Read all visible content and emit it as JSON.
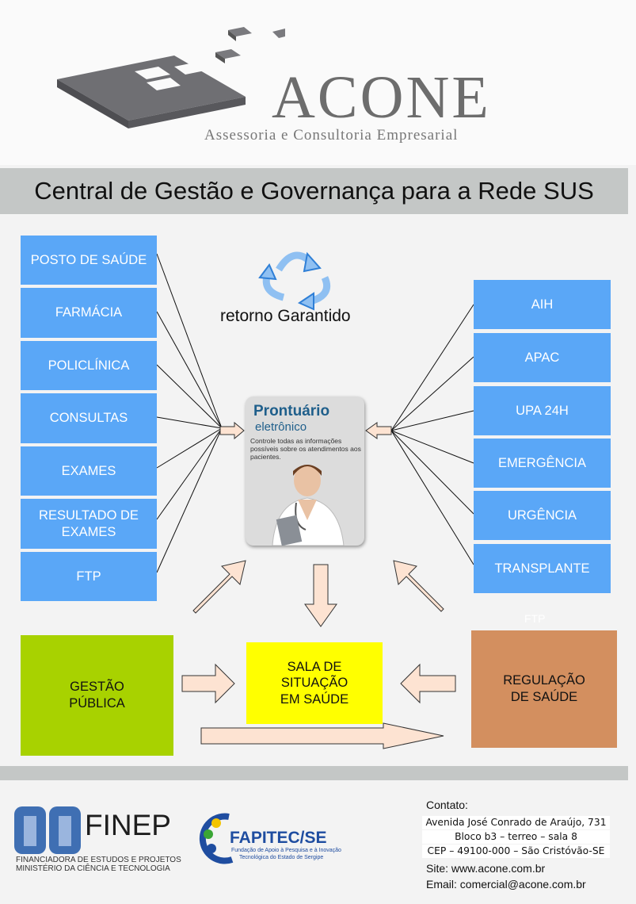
{
  "brand": {
    "name": "ACONE",
    "tagline": "Assessoria e Consultoria Empresarial"
  },
  "title": "Central de Gestão e Governança para a Rede SUS",
  "cycle_label": "retorno Garantido",
  "left_boxes": [
    "POSTO DE SAÚDE",
    "FARMÁCIA",
    "POLICLÍNICA",
    "CONSULTAS",
    "EXAMES",
    "RESULTADO DE EXAMES",
    "FTP"
  ],
  "right_boxes": [
    "AIH",
    "APAC",
    "UPA 24H",
    "EMERGÊNCIA",
    "URGÊNCIA",
    "TRANSPLANTE"
  ],
  "center_card": {
    "title": "Prontuário",
    "subtitle": "eletrônico",
    "text": "Controle todas as informações possíveis sobre os atendimentos aos pacientes."
  },
  "bottom_boxes": {
    "gestao": "GESTÃO PÚBLICA",
    "sala": "SALA DE SITUAÇÃO EM SAÚDE",
    "regulacao": "REGULAÇÃO DE SAÚDE",
    "ftp_ghost": "FTP"
  },
  "footer": {
    "finep": {
      "name": "FINEP",
      "line1": "FINANCIADORA DE ESTUDOS E PROJETOS",
      "line2": "MINISTÉRIO DA CIÊNCIA E TECNOLOGIA"
    },
    "fapitec": {
      "name": "FAPITEC/SE",
      "line1": "Fundação de Apoio à Pesquisa e à Inovação",
      "line2": "Tecnológica do Estado de Sergipe"
    },
    "contact": {
      "title": "Contato:",
      "address": [
        "Avenida José Conrado de Araújo, 731",
        "Bloco b3 – terreo – sala 8",
        "CEP – 49100-000 – São Cristóvão-SE"
      ],
      "site": "Site: www.acone.com.br",
      "email": "Email: comercial@acone.com.br"
    }
  },
  "colors": {
    "blue_box": "#5aa7f7",
    "green_box": "#a8d200",
    "yellow_box": "#ffff00",
    "orange_box": "#d38f5f",
    "arrow_fill": "#fde3d2",
    "cycle_arrows": "#3b8fe0"
  }
}
